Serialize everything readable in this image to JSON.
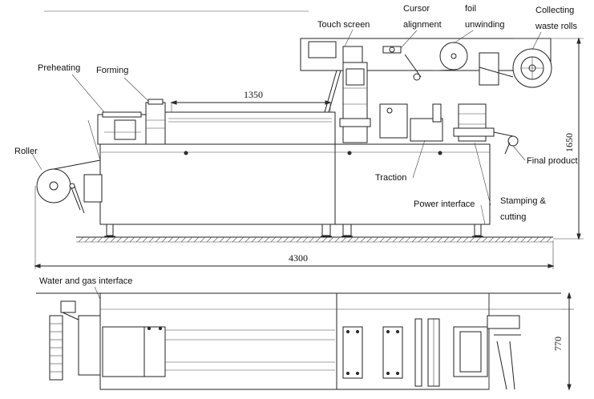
{
  "labels": {
    "touch_screen": "Touch screen",
    "cursor_alignment_1": "Cursor",
    "cursor_alignment_2": "alignment",
    "foil_unwinding_1": "foil",
    "foil_unwinding_2": "unwinding",
    "collecting_waste_rolls_1": "Collecting",
    "collecting_waste_rolls_2": "waste rolls",
    "preheating": "Preheating",
    "forming": "Forming",
    "roller": "Roller",
    "traction": "Traction",
    "final_product": "Final product",
    "power_interface": "Power interface",
    "stamping_cutting_1": "Stamping &",
    "stamping_cutting_2": "cutting",
    "water_gas_interface": "Water and gas interface"
  },
  "dimensions": {
    "length_section": "1350",
    "total_length": "4300",
    "height": "1650",
    "width": "770"
  }
}
